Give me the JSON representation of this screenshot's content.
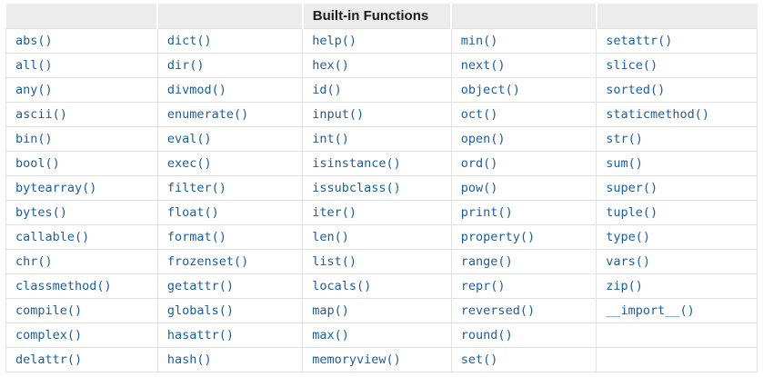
{
  "table": {
    "caption": "Built-in Functions",
    "header_row": [
      "",
      "",
      "Built-in Functions",
      "",
      ""
    ],
    "rows": [
      [
        "abs()",
        "dict()",
        "help()",
        "min()",
        "setattr()"
      ],
      [
        "all()",
        "dir()",
        "hex()",
        "next()",
        "slice()"
      ],
      [
        "any()",
        "divmod()",
        "id()",
        "object()",
        "sorted()"
      ],
      [
        "ascii()",
        "enumerate()",
        "input()",
        "oct()",
        "staticmethod()"
      ],
      [
        "bin()",
        "eval()",
        "int()",
        "open()",
        "str()"
      ],
      [
        "bool()",
        "exec()",
        "isinstance()",
        "ord()",
        "sum()"
      ],
      [
        "bytearray()",
        "filter()",
        "issubclass()",
        "pow()",
        "super()"
      ],
      [
        "bytes()",
        "float()",
        "iter()",
        "print()",
        "tuple()"
      ],
      [
        "callable()",
        "format()",
        "len()",
        "property()",
        "type()"
      ],
      [
        "chr()",
        "frozenset()",
        "list()",
        "range()",
        "vars()"
      ],
      [
        "classmethod()",
        "getattr()",
        "locals()",
        "repr()",
        "zip()"
      ],
      [
        "compile()",
        "globals()",
        "map()",
        "reversed()",
        "__import__()"
      ],
      [
        "complex()",
        "hasattr()",
        "max()",
        "round()",
        ""
      ],
      [
        "delattr()",
        "hash()",
        "memoryview()",
        "set()",
        ""
      ]
    ],
    "colors": {
      "link_blue": "#1b5e9e",
      "header_bg": "#ececec",
      "cell_border": "#e1e1e2",
      "header_text": "#1c1c1c",
      "background": "#ffffff"
    }
  }
}
